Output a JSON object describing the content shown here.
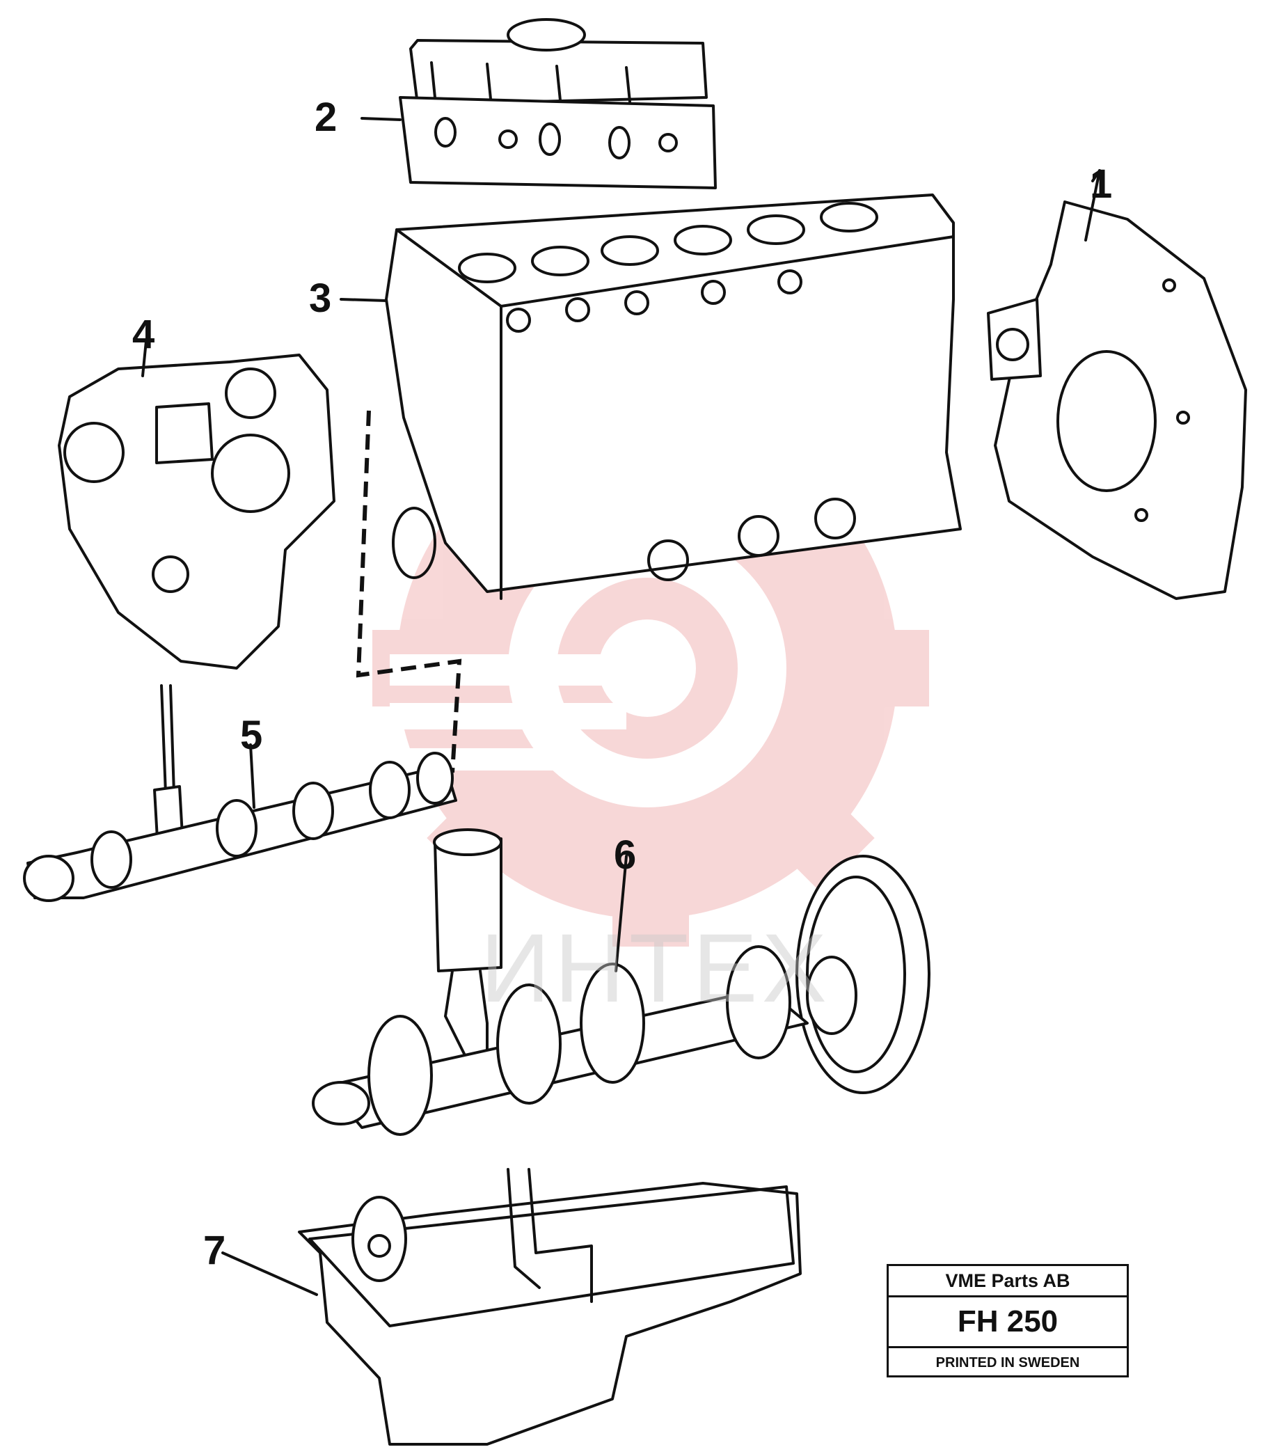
{
  "diagram": {
    "callouts": [
      {
        "id": "1",
        "label": "1"
      },
      {
        "id": "2",
        "label": "2"
      },
      {
        "id": "3",
        "label": "3"
      },
      {
        "id": "4",
        "label": "4"
      },
      {
        "id": "5",
        "label": "5"
      },
      {
        "id": "6",
        "label": "6"
      },
      {
        "id": "7",
        "label": "7"
      }
    ],
    "watermark_text": "ИНТЕХ",
    "title_block": {
      "company": "VME Parts AB",
      "drawing_number": "FH 250",
      "footer": "PRINTED IN SWEDEN"
    },
    "colors": {
      "line": "#111111",
      "watermark_red": "#f2b8b8",
      "background": "#ffffff"
    }
  }
}
